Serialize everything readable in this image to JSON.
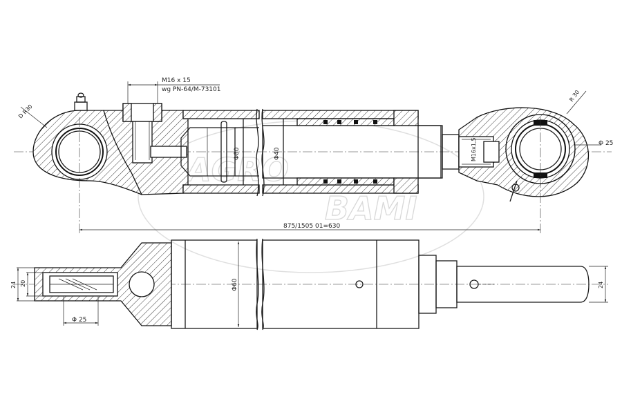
{
  "watermark": {
    "line1": "AGRO",
    "line2": "BAMI"
  },
  "top_view": {
    "thread_callout": {
      "line1": "M16 x 15",
      "line2": "wg PN-64/M-73101"
    },
    "eye_radius_left": "D R30",
    "eye_radius_right": "R 30",
    "piston_diameter": "Φ80",
    "rod_diameter": "Φ40",
    "rod_thread": "M16x1,5",
    "pin_diameter_right": "Φ 25",
    "overall_length": "875/1505",
    "pin_spacing": "01=630"
  },
  "bottom_view": {
    "clevis_outer_height": "24",
    "clevis_inner_height": "20",
    "pin_diameter_left": "Φ 25",
    "cylinder_diameter": "Φ60",
    "rod_end_height": "24"
  }
}
